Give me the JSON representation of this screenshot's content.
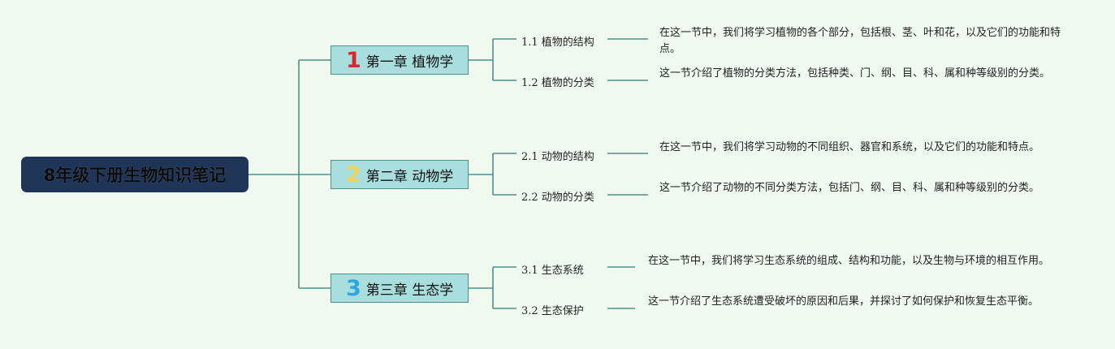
{
  "root": {
    "title": "8年级下册生物知识笔记"
  },
  "colors": {
    "root_bg": "#1f3557",
    "chapter_bg": "#a9dede",
    "line": "#4f8f86",
    "num_1": "#d9272e",
    "num_2": "#f2d35a",
    "num_3": "#2ea6e0"
  },
  "chapters": [
    {
      "num": "1",
      "title": "第一章 植物学",
      "sections": [
        {
          "label": "1.1 植物的结构",
          "text": "在这一节中，我们将学习植物的各个部分，包括根、茎、叶和花，以及它们的功能和特点。"
        },
        {
          "label": "1.2 植物的分类",
          "text": "这一节介绍了植物的分类方法，包括种类、门、纲、目、科、属和种等级别的分类。"
        }
      ]
    },
    {
      "num": "2",
      "title": "第二章 动物学",
      "sections": [
        {
          "label": "2.1 动物的结构",
          "text": "在这一节中，我们将学习动物的不同组织、器官和系统，以及它们的功能和特点。"
        },
        {
          "label": "2.2 动物的分类",
          "text": "这一节介绍了动物的不同分类方法，包括门、纲、目、科、属和种等级别的分类。"
        }
      ]
    },
    {
      "num": "3",
      "title": "第三章 生态学",
      "sections": [
        {
          "label": "3.1 生态系统",
          "text": "在这一节中，我们将学习生态系统的组成、结构和功能，以及生物与环境的相互作用。"
        },
        {
          "label": "3.2 生态保护",
          "text": "这一节介绍了生态系统遭受破坏的原因和后果，并探讨了如何保护和恢复生态平衡。"
        }
      ]
    }
  ]
}
